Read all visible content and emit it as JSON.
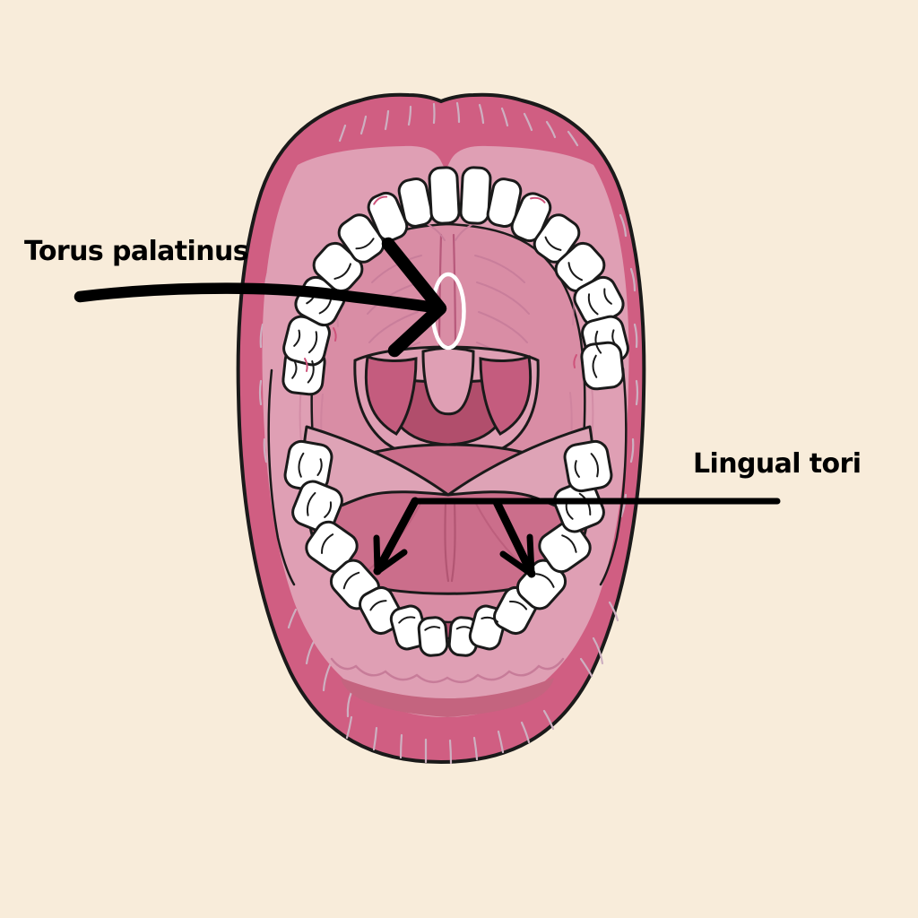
{
  "title": "Open mouth anatomy illustration",
  "alt": "Medical illustration of a wide-open human mouth seen from the front, showing lips, upper and lower dental arches, hard palate, uvula, throat and tongue. A white ellipse on the midline of the hard palate is marked by a black arrow labelled Torus palatinus; two black arrows point to the floor of the mouth behind the lower teeth, labelled Lingual tori.",
  "annotations": {
    "torus_palatinus": {
      "label": "Torus palatinus"
    },
    "lingual_tori": {
      "label": "Lingual tori"
    }
  },
  "marker": {
    "shape": "white-ellipse",
    "location": "midline of hard palate"
  },
  "palette": {
    "background": "#F8ECDA",
    "lip": "#D05E82",
    "mucosa_light": "#DF9FB4",
    "mucosa_medium": "#D98DA5",
    "tongue": "#CB6E8B",
    "tongue_margin": "#DEA3B6",
    "throat": "#B14E6C",
    "fauces_arch": "#C45C7E",
    "floor_of_mouth": "#B25170",
    "gum_shadow": "#C4647F",
    "teeth": "#FFFFFF",
    "outline": "#1A1A1A",
    "lip_crease": "#CDB0C1",
    "rugae": "#C97E9B",
    "raphe": "#B7597B",
    "gum_line": "#C77C99",
    "sulcus": "#B25673",
    "tongue_line": "#BD5F7D",
    "tooth_accent": "#CE527A",
    "marker": "#FFFFFF",
    "annotation": "#000000"
  }
}
